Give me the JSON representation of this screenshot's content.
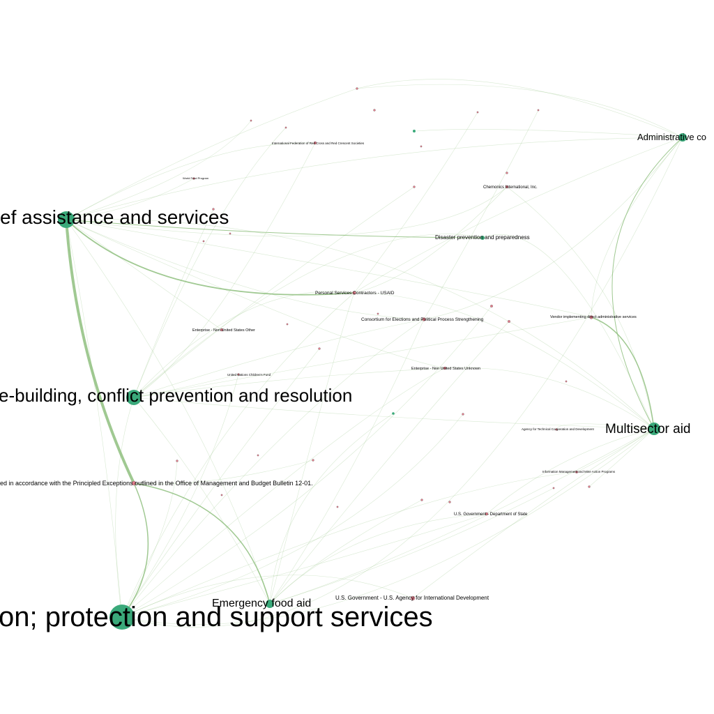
{
  "colors": {
    "sector_node": "#3aa97a",
    "org_node": "#e07e8c",
    "edge": "#8fbf7f",
    "label": "#000000"
  },
  "labels": {
    "hub_relief": "ef assistance and services",
    "hub_peace": "e-building, conflict prevention and resolution",
    "hub_protection": "on; protection and support services",
    "hub_multisector": "Multisector aid",
    "hub_admin": "Administrative co",
    "hub_food": "Emergency food aid",
    "disaster": "Disaster prevention and preparedness",
    "omb_exception": "ed in accordance with the Principled Exceptions outlined in the Office of Management and Budget Bulletin 12-01.",
    "usaid_gov": "U.S. Government - U.S. Agency for International Development",
    "psc_usaid": "Personal Services Contractors - USAID",
    "cepps": "Consortium for Elections and Political Process Strengthening",
    "non_us_other": "Enterprise - Non United States Other",
    "non_us_unknown": "Enterprise - Non United States Unknown",
    "vendor_admin": "Vendor implementing direct administrative services",
    "chemonics": "Chemonics International, Inc.",
    "state_dept": "U.S. Government - Department of State",
    "unicef": "United Nations Children's Fund",
    "ifrc": "International Federation of Red Cross and Red Crescent Societies",
    "atcd": "Agency for Technical Cooperation and Development",
    "immap": "Information Management and Mine Action Programs",
    "wfp": "World Food Program"
  }
}
